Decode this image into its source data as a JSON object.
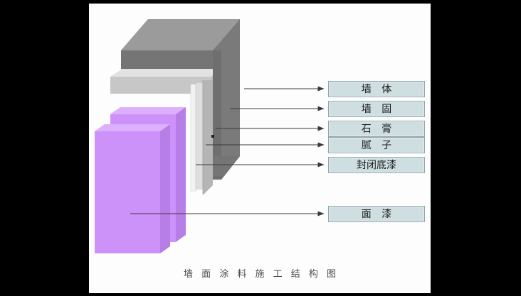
{
  "canvas": {
    "background": "#fdfdfd",
    "letterbox_color": "#000000"
  },
  "caption": {
    "text": "墙 面 涂 料 施 工 结 构 图"
  },
  "labels": [
    {
      "id": "wall-body",
      "text": "墙  体",
      "spacing": "wide"
    },
    {
      "id": "wall-sealer",
      "text": "墙  固",
      "spacing": "wide"
    },
    {
      "id": "gypsum",
      "text": "石  膏",
      "spacing": "wide"
    },
    {
      "id": "putty",
      "text": "腻  子",
      "spacing": "wide"
    },
    {
      "id": "sealing-primer",
      "text": "封闭底漆",
      "spacing": "tight"
    },
    {
      "id": "topcoat",
      "text": "面  漆",
      "spacing": "wide"
    }
  ],
  "colors": {
    "label_fill": "#cedee1",
    "label_border": "#8fa3a8",
    "slab_dark_gray_top": "#8e8e8e",
    "slab_dark_gray_face": "#6f6f6f",
    "slab_light_gray_top": "#d9d9d9",
    "slab_light_gray_face": "#c2c2c2",
    "wall_face_dark": "#6a6a6a",
    "wall_face_mid": "#7d7d7d",
    "purple_face": "#cd92fa",
    "purple_top": "#d9a9fb",
    "purple_side": "#b87ee8",
    "arrow": "#3a3a3a",
    "caption_text": "#4a4a4a"
  },
  "diagram": {
    "type": "isometric-layer-stack",
    "title": "墙面涂料施工结构图",
    "layer_count": 6,
    "arrow_count": 6
  }
}
